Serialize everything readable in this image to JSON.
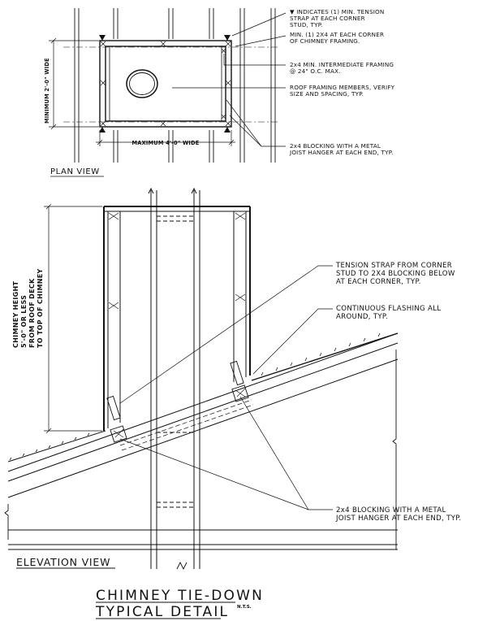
{
  "plan_view": {
    "label": "PLAN VIEW",
    "dim_width": "MINIMUM 2'-0\" WIDE",
    "dim_length": "MAXIMUM 4'-0\" WIDE",
    "notes": {
      "tension_strap": [
        "▼ INDICATES (1) MIN. TENSION",
        "STRAP AT EACH CORNER",
        "STUD, TYP."
      ],
      "corner_2x4": [
        "MIN. (1) 2X4 AT EACH CORNER",
        "OF CHIMNEY FRAMING."
      ],
      "intermediate": [
        "2x4 MIN. INTERMEDIATE FRAMING",
        "@ 24\" O.C. MAX."
      ],
      "roof_framing": [
        "ROOF FRAMING MEMBERS, VERIFY",
        "SIZE AND SPACING, TYP."
      ],
      "blocking": [
        "2x4 BLOCKING WITH A METAL",
        "JOIST HANGER AT EACH END, TYP."
      ]
    }
  },
  "elevation_view": {
    "label": "ELEVATION VIEW",
    "dim_height": [
      "CHIMNEY HEIGHT",
      "5'-0\" OR LESS",
      "FROM ROOF DECK",
      "TO TOP OF CHIMNEY"
    ],
    "notes": {
      "tension_strap": [
        "TENSION STRAP FROM CORNER",
        "STUD TO 2X4 BLOCKING BELOW",
        "AT EACH CORNER, TYP."
      ],
      "flashing": [
        "CONTINUOUS FLASHING ALL",
        "AROUND, TYP."
      ],
      "blocking": [
        "2x4 BLOCKING WITH A METAL",
        "JOIST HANGER AT EACH END, TYP."
      ]
    }
  },
  "title": {
    "line1": "CHIMNEY TIE-DOWN",
    "line2": "TYPICAL DETAIL",
    "scale": "N.T.S."
  }
}
